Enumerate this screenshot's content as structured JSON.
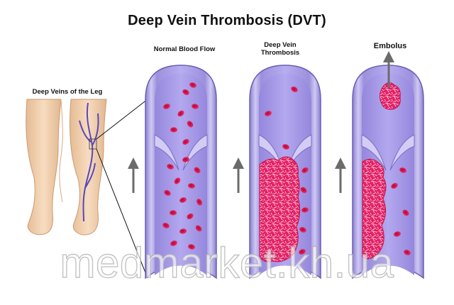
{
  "title": "Deep Vein Thrombosis (DVT)",
  "labels": {
    "legs": "Deep Veins of the Leg",
    "normal": "Normal Blood Flow",
    "dvt_line1": "Deep Vein",
    "dvt_line2": "Thrombosis",
    "embolus": "Embolus"
  },
  "watermark": "medmarket.kh.ua",
  "colors": {
    "vein_outer": "#7f72c4",
    "vein_inner": "#b9b2ec",
    "lumen": "#a89ae6",
    "rbc": "#e0195a",
    "clot": "#e8246a",
    "arrow": "#6b6b6b",
    "skin": "#f3d2b1"
  },
  "icons": [
    "up-arrow-icon",
    "blood-clot-icon",
    "red-blood-cell-icon"
  ]
}
